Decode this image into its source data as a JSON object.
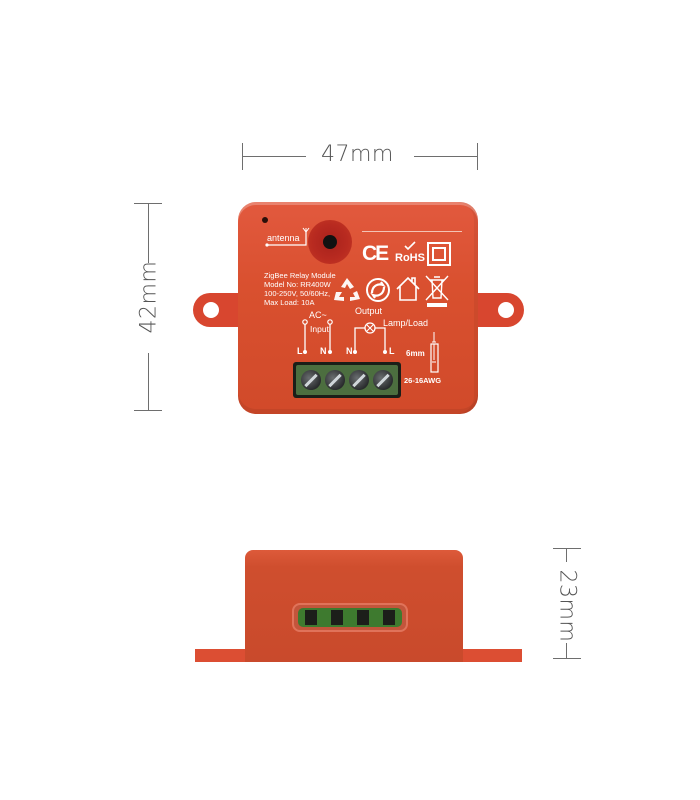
{
  "dimensions": {
    "width_label": "47mm",
    "height_label": "42mm",
    "depth_label": "23mm"
  },
  "device": {
    "antenna_label": "antenna",
    "info_lines": [
      "ZigBee Relay Module",
      "Model No: RR400W",
      "100-250V, 50/60Hz,",
      "Max Load: 10A"
    ],
    "certifications": [
      "CE",
      "RoHS"
    ],
    "wiring": {
      "input_group_label": "AC~",
      "input_label": "Input",
      "output_group_label": "Output",
      "load_label": "Lamp/Load",
      "terminals": [
        "L",
        "N",
        "N",
        "L"
      ],
      "strip_length": "6mm",
      "wire_gauge": "26-16AWG"
    }
  },
  "colors": {
    "body": "#d9502f",
    "tab": "#d8462f",
    "terminal_green": "#4c6e3f",
    "dimension_line": "#6e6e6e",
    "dimension_text": "#555555"
  }
}
